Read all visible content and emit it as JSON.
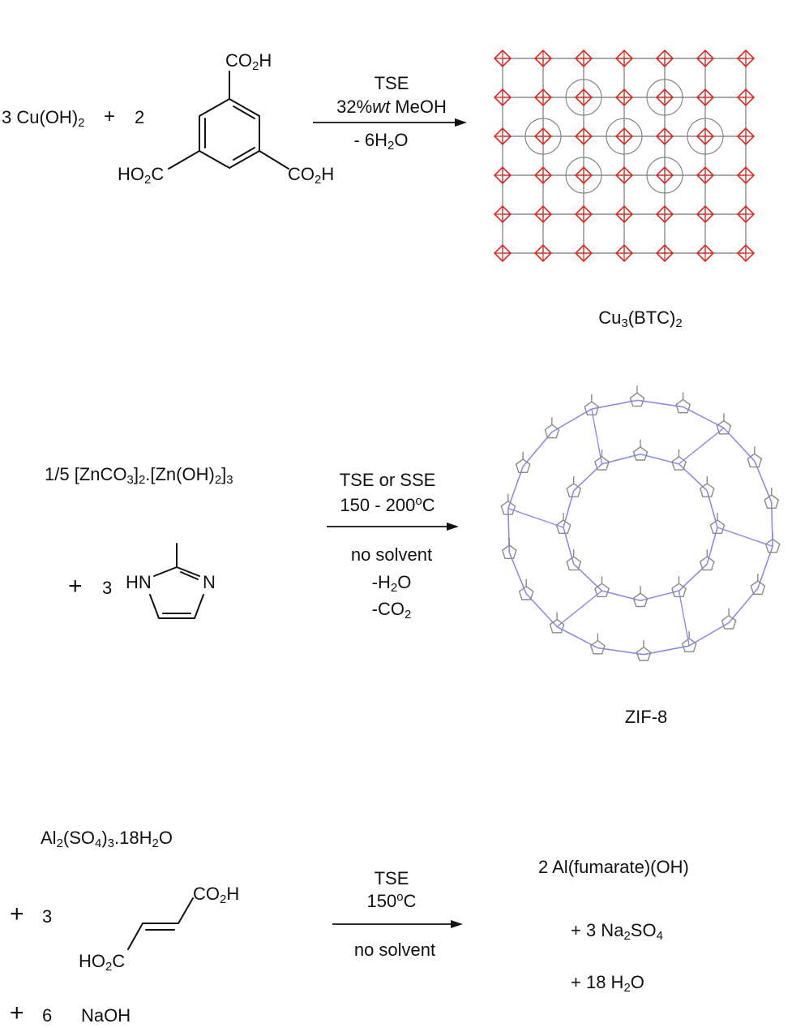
{
  "reactions": [
    {
      "reactant1": {
        "coef": "3",
        "formula": [
          "Cu(OH)",
          "2",
          ""
        ],
        "plus": "+"
      },
      "coef2": "2",
      "btc": {
        "top": [
          "CO",
          "2",
          "H"
        ],
        "left": [
          "HO",
          "2",
          "C"
        ],
        "right": [
          "CO",
          "2",
          "H"
        ]
      },
      "conditions": {
        "line1": "TSE",
        "line2_pre": "32%",
        "line2_em": "wt",
        "line2_post": " MeOH",
        "line3": [
          "- 6H",
          "2",
          "O"
        ]
      },
      "product_label": [
        "Cu",
        "3",
        "(BTC)",
        "2",
        ""
      ]
    },
    {
      "reactant1": [
        "1/5 [ZnCO",
        "3",
        "]",
        "2",
        ".[Zn(OH)",
        "2",
        "]",
        "3",
        ""
      ],
      "plus": "+",
      "coef2": "3",
      "imidazole": {
        "nh": "HN",
        "n": "N"
      },
      "conditions": {
        "line1": "TSE or SSE",
        "line2": [
          "150 - 200",
          "o",
          "C"
        ],
        "line3": "no solvent",
        "line4": [
          "-H",
          "2",
          "O"
        ],
        "line5": [
          "-CO",
          "2",
          ""
        ]
      },
      "product_label": "ZIF-8"
    },
    {
      "reactant1": [
        "Al",
        "2",
        "(SO",
        "4",
        ")",
        "3",
        ".18H",
        "2",
        "O"
      ],
      "plus": "+",
      "coef2": "3",
      "fumaric": {
        "right": [
          "CO",
          "2",
          "H"
        ],
        "left": [
          "HO",
          "2",
          "C"
        ]
      },
      "plus3": "+",
      "coef3": "6",
      "naoh": "NaOH",
      "conditions": {
        "line1": "TSE",
        "line2": [
          "150",
          "o",
          "C"
        ],
        "line3": "no solvent"
      },
      "products": {
        "p1": "2 Al(fumarate)(OH)",
        "p2": [
          "+ 3 Na",
          "2",
          "SO",
          "4",
          ""
        ],
        "p3": [
          "+ 18 H",
          "2",
          "O"
        ]
      }
    }
  ],
  "colors": {
    "framework_red": "#d8261c",
    "framework_gray": "#8a8a8a",
    "framework_blue": "#8c8ce8"
  },
  "structures": {
    "cu_btc": {
      "type": "crystal-structure",
      "colors": [
        "red",
        "gray"
      ]
    },
    "zif8": {
      "type": "crystal-structure",
      "colors": [
        "blue",
        "gray"
      ]
    }
  }
}
